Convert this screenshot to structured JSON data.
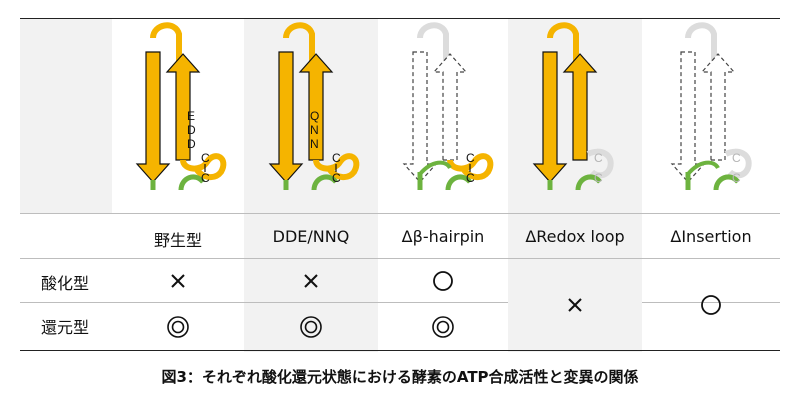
{
  "columns": [
    {
      "label": "野生型",
      "strand_letters": "EDD",
      "oxidized": "cross",
      "reduced": "double-circle"
    },
    {
      "label": "DDE/NNQ",
      "strand_letters": "QNN",
      "oxidized": "cross",
      "reduced": "double-circle"
    },
    {
      "label": "Δβ-hairpin",
      "strand_letters": "",
      "oxidized": "circle",
      "reduced": "double-circle"
    },
    {
      "label": "ΔRedox loop",
      "strand_letters": "",
      "merged": "cross"
    },
    {
      "label": "ΔInsertion",
      "strand_letters": "",
      "merged": "circle"
    }
  ],
  "rows": {
    "oxidized_label": "酸化型",
    "reduced_label": "還元型"
  },
  "cysteine_label": "C",
  "caption": "図3：それぞれ酸化還元状態における酵素のATP合成活性と変異の関係",
  "colors": {
    "strand": "#f5b400",
    "strand_edge": "#111111",
    "loop_green": "#6db33f",
    "faded": "#d7d7d7",
    "shade": "#f2f2f2"
  },
  "icons": {
    "cross": "cross-icon",
    "circle": "circle-icon",
    "double-circle": "double-circle-icon"
  }
}
